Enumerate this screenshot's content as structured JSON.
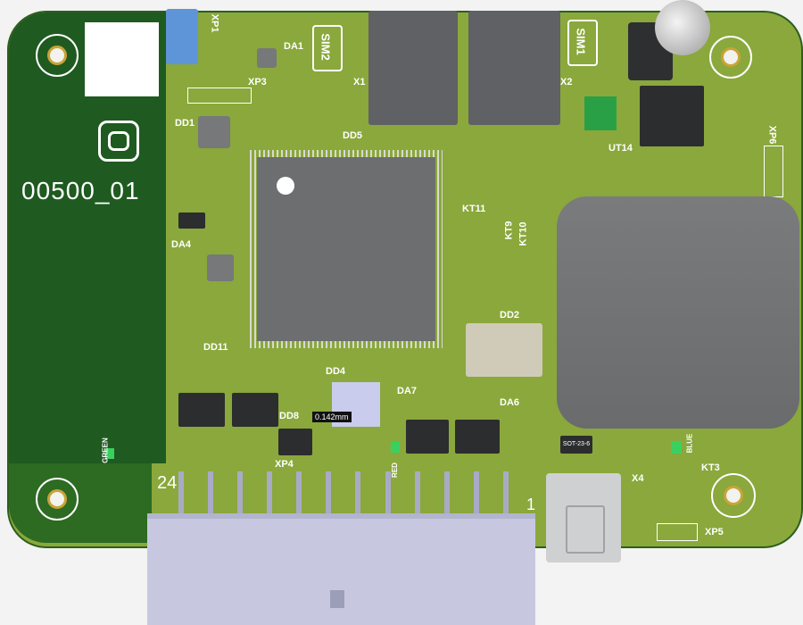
{
  "board_id": "00500_01",
  "designators": {
    "xp1": "XP1",
    "da1": "DA1",
    "sim2": "SIM2",
    "sim1": "SIM1",
    "x1": "X1",
    "x2": "X2",
    "xp3": "XP3",
    "dd1": "DD1",
    "dd5": "DD5",
    "ut14": "UT14",
    "xp6": "XP6",
    "kt11": "KT11",
    "kt9": "KT9",
    "kt10": "KT10",
    "da4": "DA4",
    "dd2": "DD2",
    "dd11": "DD11",
    "dd4": "DD4",
    "dd8": "DD8",
    "da7": "DA7",
    "da6": "DA6",
    "xp4": "XP4",
    "x4": "X4",
    "kt3": "KT3",
    "xp5": "XP5",
    "sot": "SOT-23-6",
    "green": "GREEN",
    "red": "RED",
    "blue": "BLUE",
    "pin24": "24",
    "pin1": "1"
  },
  "measurement": "0.142mm",
  "colors": {
    "board": "#8aa83c",
    "board_dark": "#1f5a20",
    "silkscreen": "#ffffff",
    "connector": "#c7c8e0"
  }
}
